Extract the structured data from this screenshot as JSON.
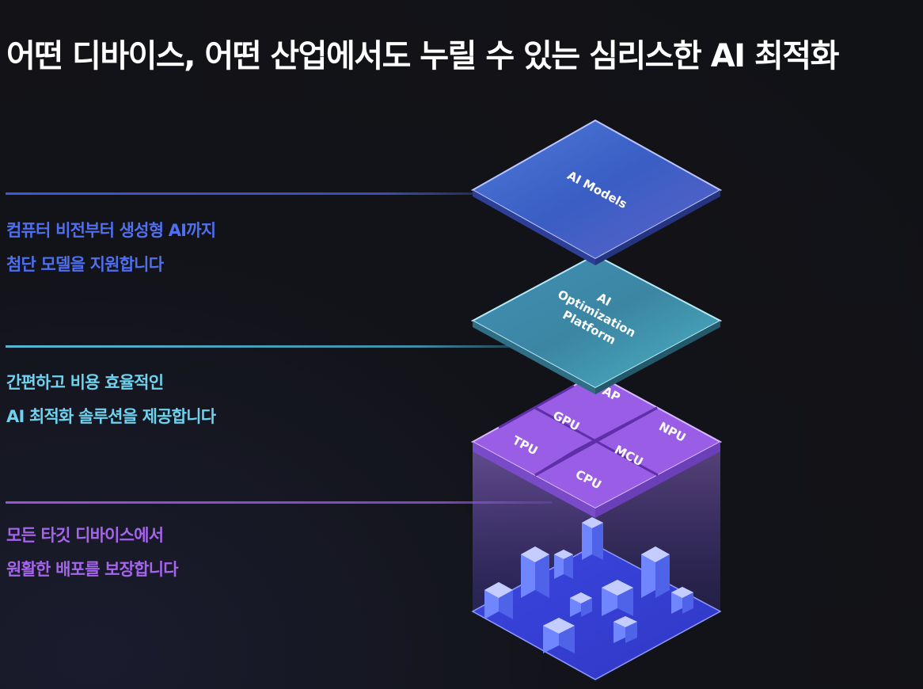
{
  "headline": "어떤 디바이스, 어떤 산업에서도 누릴 수 있는 심리스한 AI 최적화",
  "layers": {
    "models": {
      "panel_label": "AI Models",
      "description": [
        "컴퓨터 비전부터 생성형 AI까지",
        "첨단 모델을 지원합니다"
      ],
      "color": "#4f6ff0"
    },
    "platform": {
      "panel_label": [
        "AI",
        "Optimization",
        "Platform"
      ],
      "description": [
        "간편하고 비용 효율적인",
        "AI 최적화 솔루션을 제공합니다"
      ],
      "color": "#6fd2ef"
    },
    "device": {
      "chips": [
        "AP",
        "GPU",
        "NPU",
        "TPU",
        "MCU",
        "CPU"
      ],
      "description": [
        "모든 타깃 디바이스에서",
        "원활한 배포를 보장합니다"
      ],
      "color": "#a565eb"
    }
  }
}
